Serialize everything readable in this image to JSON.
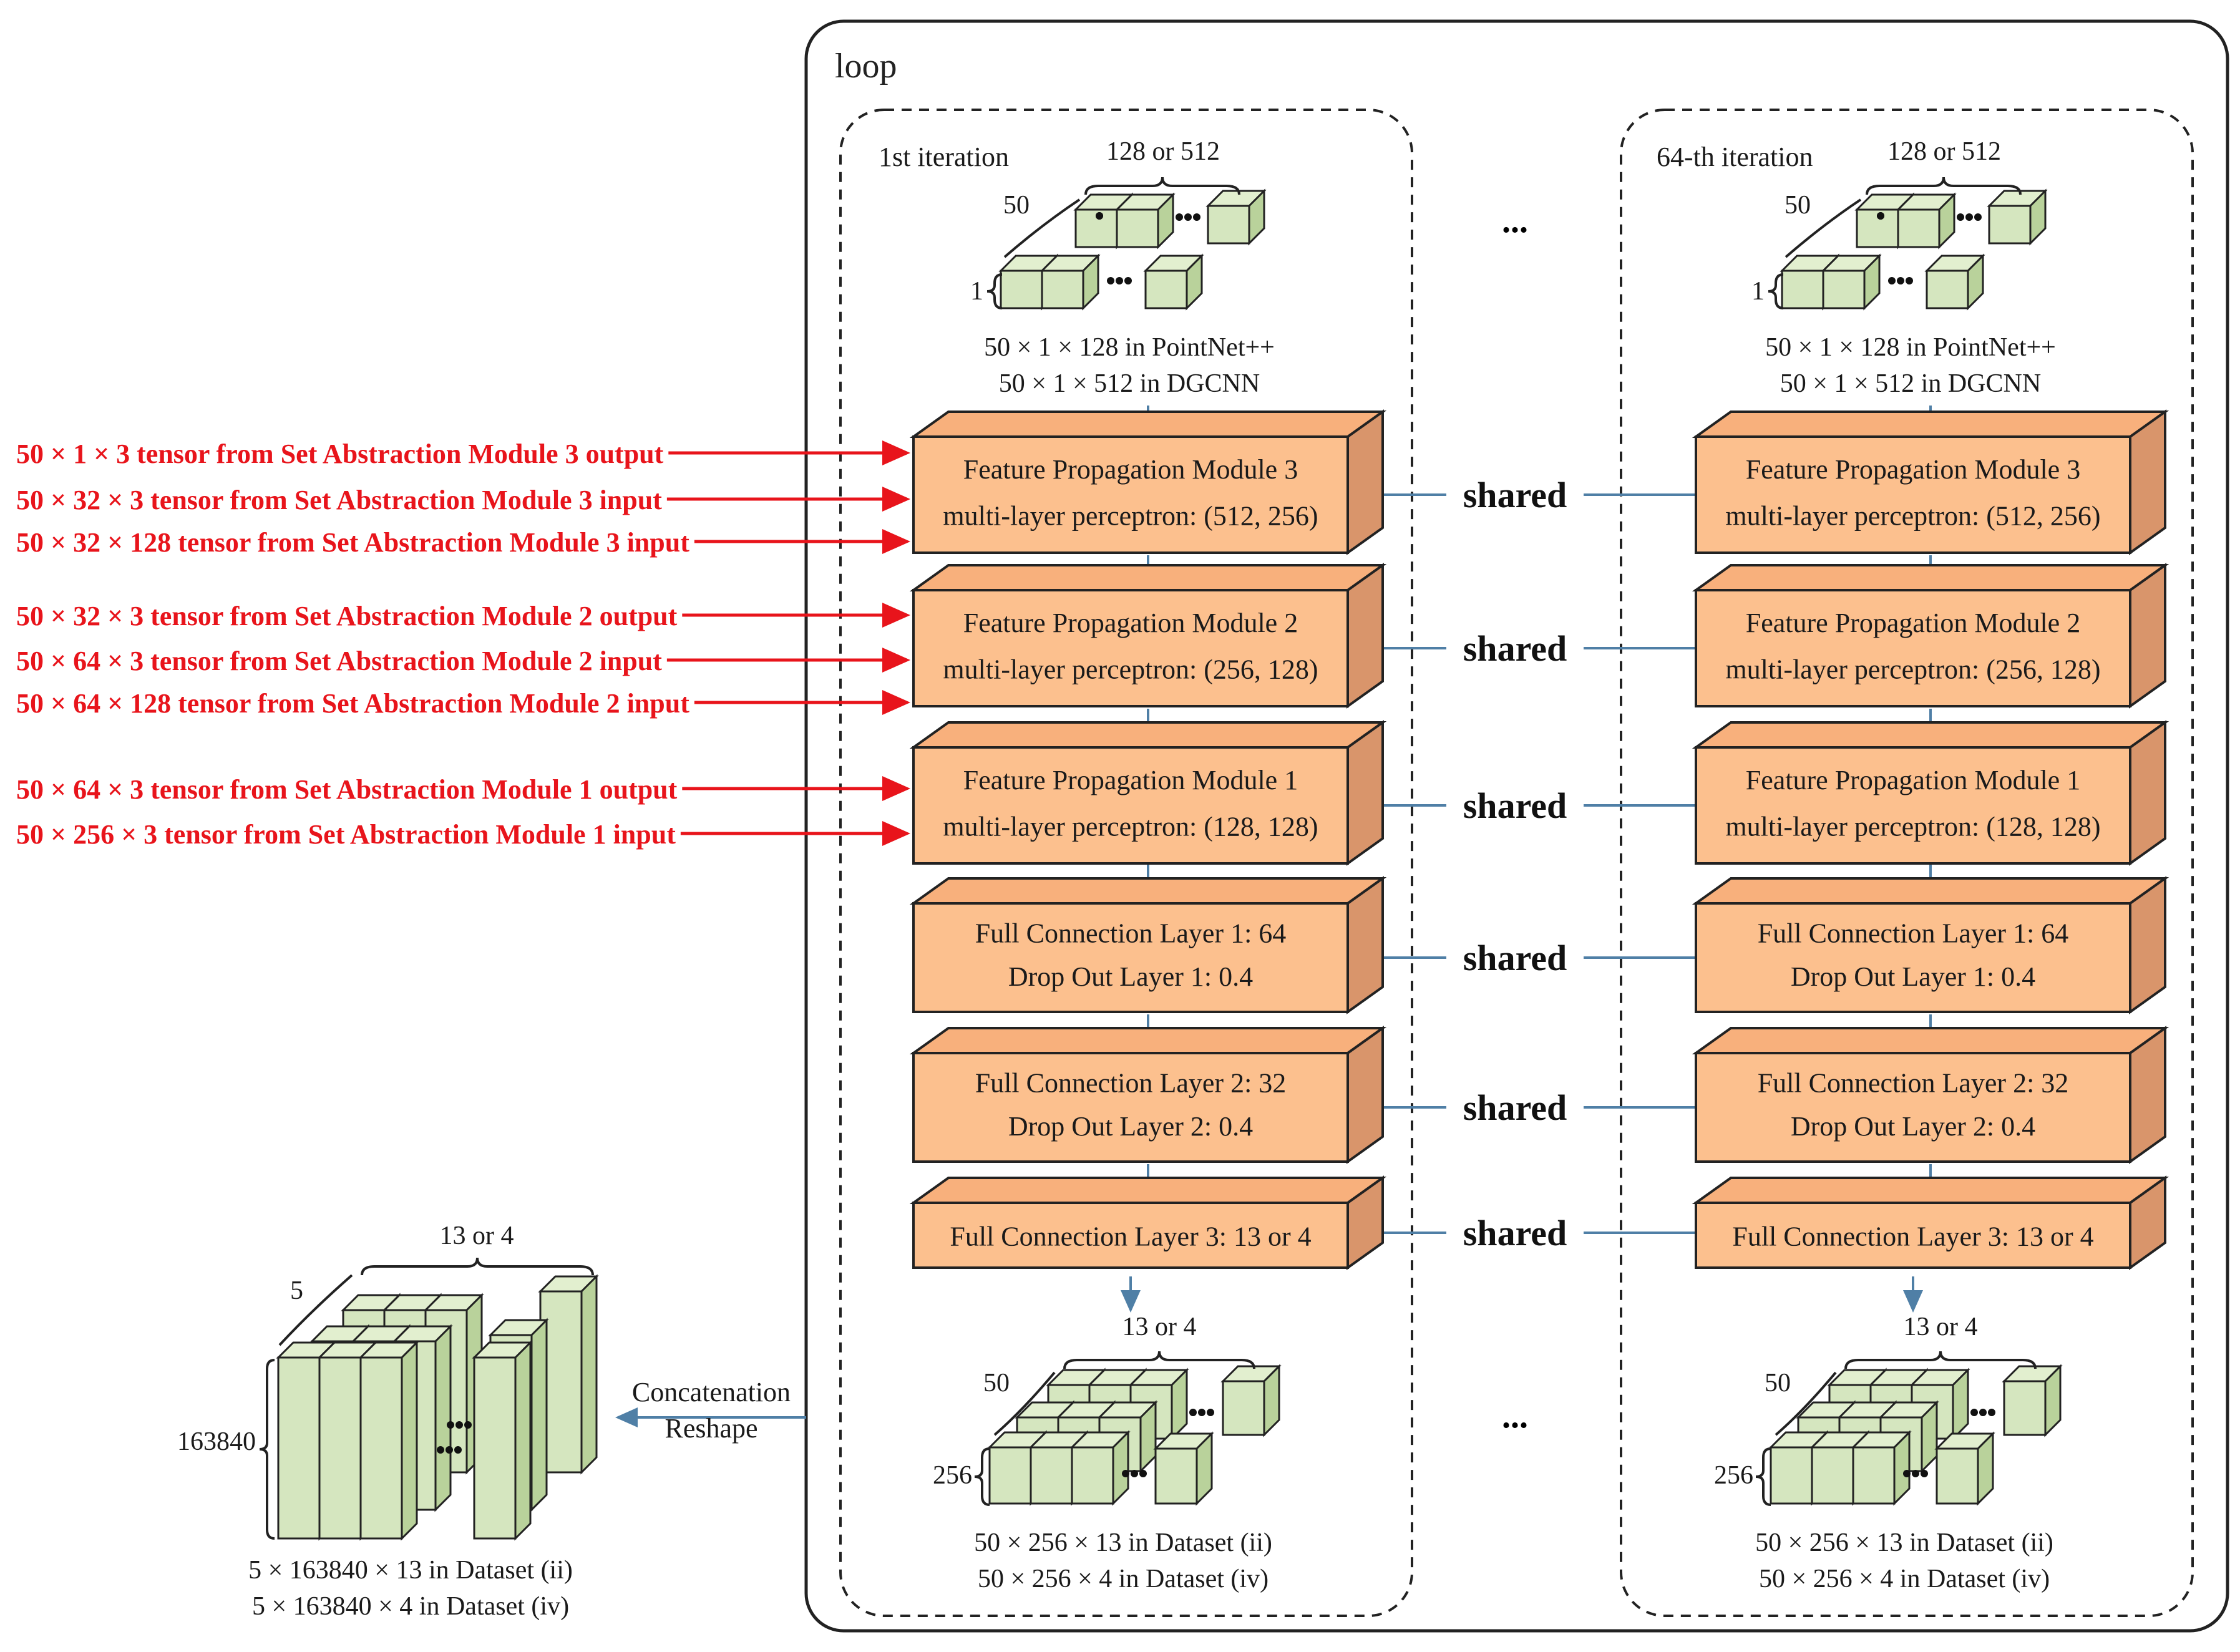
{
  "loop_label": "loop",
  "iterations": [
    {
      "label": "1st iteration"
    },
    {
      "label": "64-th iteration"
    }
  ],
  "ellipsis": "...",
  "input_tensor": {
    "width_label": "128 or 512",
    "depth_label": "50",
    "height_label": "1",
    "caption_line1": "50 × 1 × 128 in PointNet++",
    "caption_line2": "50 × 1 × 512 in DGCNN"
  },
  "modules": [
    {
      "line1": "Feature Propagation Module 3",
      "line2": "multi-layer perceptron: (512, 256)"
    },
    {
      "line1": "Feature Propagation Module 2",
      "line2": "multi-layer perceptron: (256, 128)"
    },
    {
      "line1": "Feature Propagation Module 1",
      "line2": "multi-layer perceptron: (128, 128)"
    },
    {
      "line1": "Full Connection Layer 1: 64",
      "line2": "Drop Out Layer 1: 0.4"
    },
    {
      "line1": "Full Connection Layer 2: 32",
      "line2": "Drop Out Layer 2: 0.4"
    },
    {
      "line1": "Full Connection Layer 3: 13 or 4",
      "line2": ""
    }
  ],
  "shared_label": "shared",
  "external_inputs": [
    {
      "text": "50 × 1 × 3 tensor from Set Abstraction Module 3 output",
      "target": 0
    },
    {
      "text": "50 × 32 × 3 tensor from Set Abstraction Module 3 input",
      "target": 0
    },
    {
      "text": "50 × 32 × 128 tensor from Set Abstraction Module 3 input",
      "target": 0
    },
    {
      "text": "50 × 32 × 3 tensor from Set Abstraction Module 2 output",
      "target": 1
    },
    {
      "text": "50 × 64 × 3 tensor from Set Abstraction Module 2 input",
      "target": 1
    },
    {
      "text": "50 × 64 × 128 tensor from Set Abstraction Module 2 input",
      "target": 1
    },
    {
      "text": "50 × 64 × 3 tensor from Set Abstraction Module 1 output",
      "target": 2
    },
    {
      "text": "50 × 256 × 3 tensor from Set Abstraction Module 1 input",
      "target": 2
    }
  ],
  "output_tensor": {
    "width_label": "13 or 4",
    "depth_label": "50",
    "height_label": "256",
    "caption_line1": "50 × 256 × 13 in Dataset (ii)",
    "caption_line2": "50 × 256 × 4 in Dataset (iv)"
  },
  "concat": {
    "line1": "Concatenation",
    "line2": "Reshape"
  },
  "final_tensor": {
    "width_label": "13 or 4",
    "depth_label": "5",
    "height_label": "163840",
    "caption_line1": "5 × 163840 × 13 in Dataset (ii)",
    "caption_line2": "5 × 163840 × 4 in Dataset (iv)"
  },
  "colors": {
    "box_front": "#fcc08e",
    "box_top": "#f8b07c",
    "box_side": "#d9956b",
    "cube_front": "#d5e6bf",
    "cube_top": "#e2efcf",
    "cube_side": "#b9d29b",
    "input_text": "#e8141b",
    "connector": "#4f7fa6"
  }
}
